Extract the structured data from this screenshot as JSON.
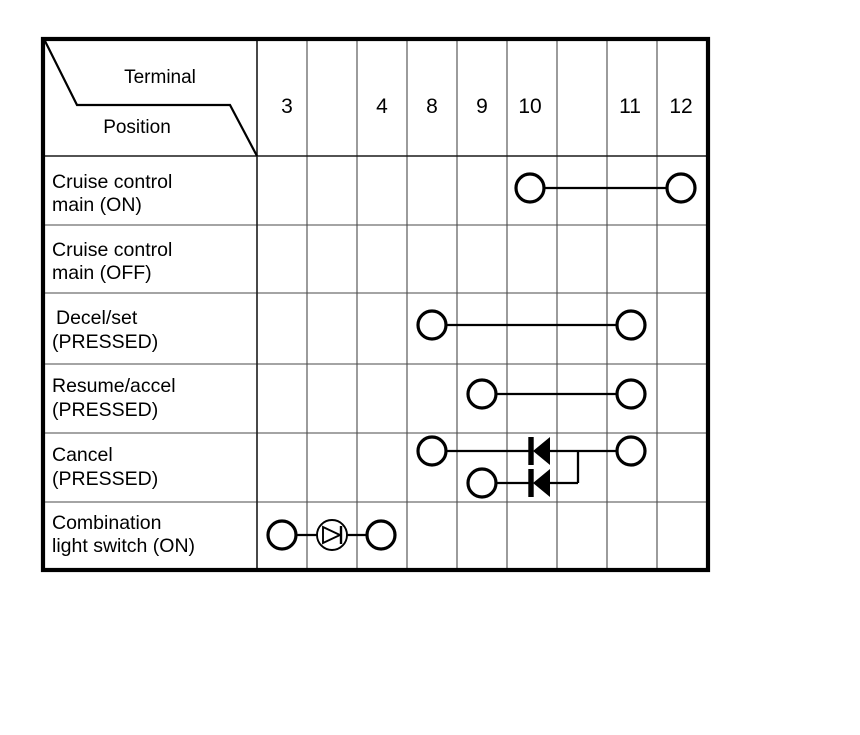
{
  "figure": {
    "kind": "switch-continuity-table",
    "header": {
      "corner_top_label": "Terminal",
      "corner_bottom_label": "Position"
    },
    "terminal_columns": [
      {
        "label": "3",
        "index": 0
      },
      {
        "label": "",
        "index": 1
      },
      {
        "label": "4",
        "index": 2
      },
      {
        "label": "8",
        "index": 3
      },
      {
        "label": "9",
        "index": 4
      },
      {
        "label": "10",
        "index": 5
      },
      {
        "label": "",
        "index": 6
      },
      {
        "label": "11",
        "index": 7
      },
      {
        "label": "12",
        "index": 8
      }
    ],
    "rows": [
      {
        "label_line1": "Cruise control",
        "label_line2": "main (ON)",
        "name": "cruise-control-main-on",
        "continuity": "10-12"
      },
      {
        "label_line1": "Cruise control",
        "label_line2": "main (OFF)",
        "name": "cruise-control-main-off",
        "continuity": "none"
      },
      {
        "label_line1": "Decel/set",
        "label_line2": "(PRESSED)",
        "name": "decel-set-pressed",
        "continuity": "8-11"
      },
      {
        "label_line1": "Resume/accel",
        "label_line2": "(PRESSED)",
        "name": "resume-accel-pressed",
        "continuity": "9-11"
      },
      {
        "label_line1": "Cancel",
        "label_line2": "(PRESSED)",
        "name": "cancel-pressed",
        "continuity": "8-11 via diode, 9-11 via diode"
      },
      {
        "label_line1": "Combination",
        "label_line2": "light switch (ON)",
        "name": "combination-light-switch-on",
        "continuity": "3-4 via lamp"
      }
    ],
    "symbols": {
      "terminal": "terminal-circle",
      "diode": "diode-symbol",
      "lamp": "indicator-lamp-symbol",
      "wire": "wire-line"
    },
    "colors": {
      "ink": "#000000",
      "grid": "#4a4a4a",
      "paper": "#ffffff"
    }
  }
}
